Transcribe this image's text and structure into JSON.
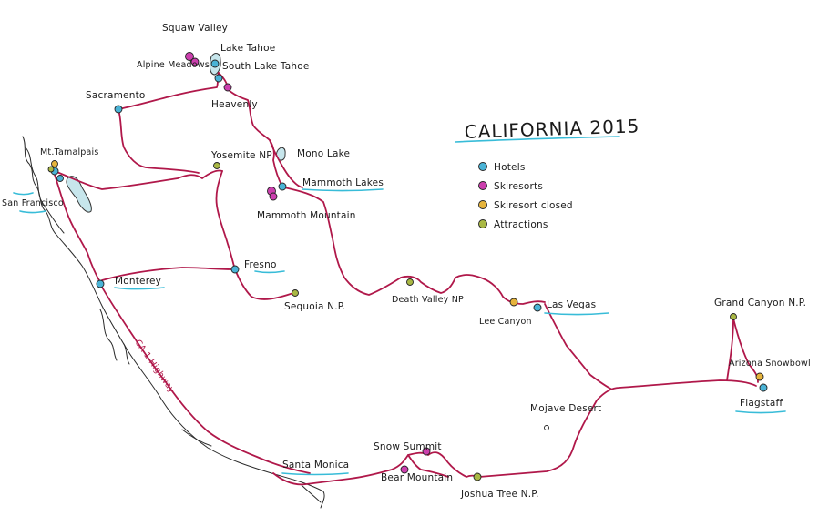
{
  "title": "CALIFORNIA 2015",
  "colors": {
    "hotel": "#4ab3d6",
    "skiresort": "#cc3fae",
    "skiresort_closed": "#e6b43c",
    "attraction": "#a9b844",
    "route": "#b0184a",
    "coast": "#333333",
    "underline": "#38bcd8",
    "lake": "#c7e6ec"
  },
  "legend": [
    {
      "type": "hotel",
      "label": "Hotels"
    },
    {
      "type": "skiresort",
      "label": "Skiresorts"
    },
    {
      "type": "skiresort_closed",
      "label": "Skiresort closed"
    },
    {
      "type": "attraction",
      "label": "Attractions"
    }
  ],
  "places": {
    "squaw_valley": "Squaw Valley",
    "alpine_meadows": "Alpine Meadows",
    "lake_tahoe": "Lake Tahoe",
    "south_lake_tahoe": "South Lake Tahoe",
    "heavenly": "Heavenly",
    "sacramento": "Sacramento",
    "mt_tamalpais": "Mt.Tamalpais",
    "san_francisco": "San Francisco",
    "yosemite": "Yosemite NP",
    "mono_lake": "Mono Lake",
    "mammoth_lakes": "Mammoth Lakes",
    "mammoth_mountain": "Mammoth Mountain",
    "fresno": "Fresno",
    "sequoia": "Sequoia N.P.",
    "monterey": "Monterey",
    "death_valley": "Death Valley NP",
    "lee_canyon": "Lee Canyon",
    "las_vegas": "Las Vegas",
    "grand_canyon": "Grand Canyon N.P.",
    "arizona_snowbowl": "Arizona Snowbowl",
    "flagstaff": "Flagstaff",
    "mojave_desert": "Mojave Desert",
    "snow_summit": "Snow Summit",
    "bear_mountain": "Bear Mountain",
    "joshua_tree": "Joshua Tree N.P.",
    "santa_monica": "Santa Monica",
    "ca_1": "CA 1 Highway"
  }
}
